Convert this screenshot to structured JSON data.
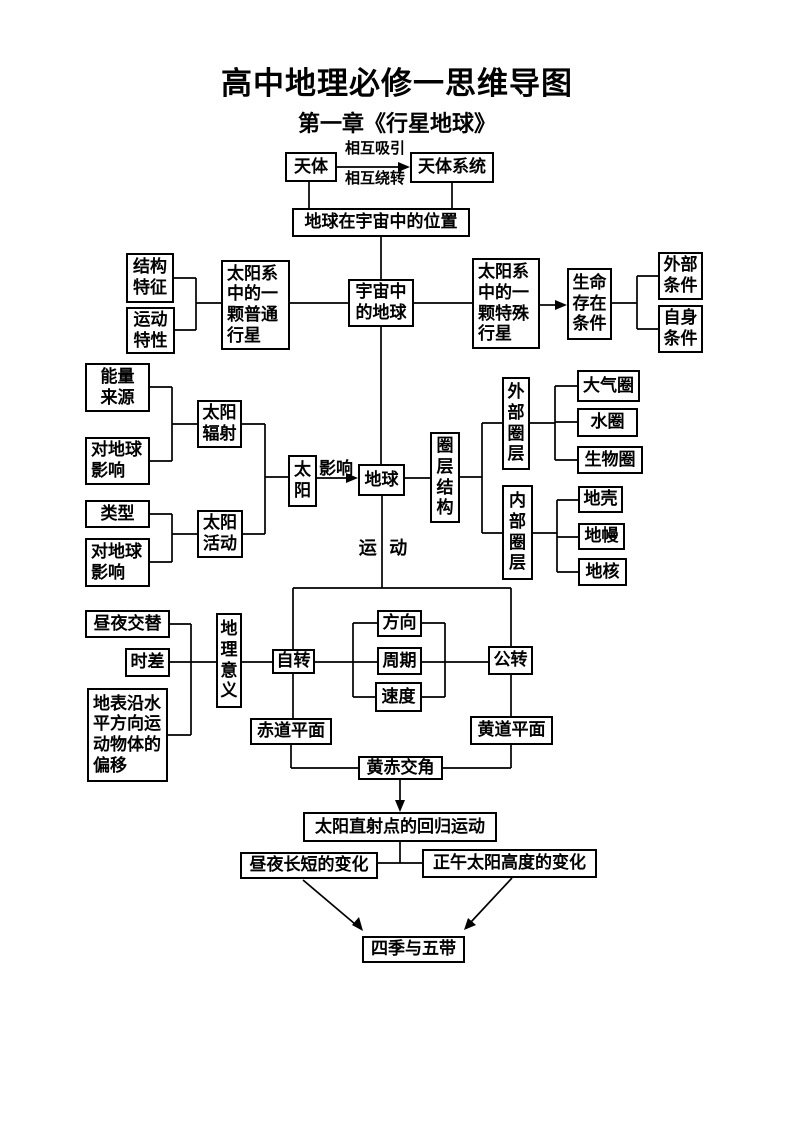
{
  "title": "高中地理必修一思维导图",
  "subtitle": "第一章《行星地球》",
  "labels": {
    "mutual_attract": "相互吸引",
    "mutual_revolve": "相互绕转",
    "influence": "影响",
    "motion": "运 动"
  },
  "nodes": {
    "celestial_body": "天体",
    "celestial_system": "天体系统",
    "earth_position": "地球在宇宙中的位置",
    "earth_in_universe": "宇宙中\n的地球",
    "structure_feature": "结构\n特征",
    "motion_property": "运动\n特性",
    "ordinary_planet": "太阳系\n中的一\n颗普通\n行星",
    "special_planet": "太阳系\n中的一\n颗特殊\n行星",
    "life_conditions": "生命\n存在\n条件",
    "external_conditions": "外部\n条件",
    "self_conditions": "自身\n条件",
    "energy_source": "能量\n来源",
    "effect_on_earth_radiation": "对地球\n影响",
    "solar_radiation": "太阳\n辐射",
    "type": "类型",
    "effect_on_earth_activity": "对地球\n影响",
    "solar_activity": "太阳\n活动",
    "sun": "太\n阳",
    "earth": "地球",
    "sphere_structure": "圈\n层\n结\n构",
    "external_spheres": "外\n部\n圈\n层",
    "internal_spheres": "内\n部\n圈\n层",
    "atmosphere": "大气圈",
    "hydrosphere": "水圈",
    "biosphere": "生物圈",
    "crust": "地壳",
    "mantle": "地幔",
    "core": "地核",
    "day_night_alternation": "昼夜交替",
    "time_difference": "时差",
    "deflection": "地表沿水\n平方向运\n动物体的\n偏移",
    "geographic_significance": "地\n理\n意\n义",
    "rotation": "自转",
    "direction": "方向",
    "period": "周期",
    "speed": "速度",
    "revolution": "公转",
    "equatorial_plane": "赤道平面",
    "ecliptic_plane": "黄道平面",
    "obliquity": "黄赤交角",
    "subsolar_return_motion": "太阳直射点的回归运动",
    "day_length_change": "昼夜长短的变化",
    "noon_sun_altitude_change": "正午太阳高度的变化",
    "seasons_and_zones": "四季与五带"
  }
}
